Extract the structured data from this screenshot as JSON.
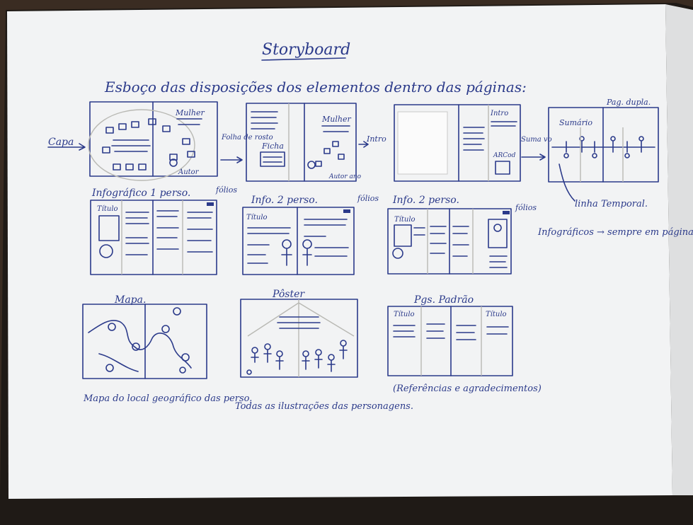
{
  "title": "Storyboard",
  "subtitle": "Esboço das disposições dos elementos dentro das páginas:",
  "labels": {
    "capa": "Capa",
    "mulher1": "Mulher",
    "autor1": "Autor",
    "folha_rosto": "Folha de rosto",
    "ficha": "Ficha",
    "mulher2": "Mulher",
    "autor2": "Autor ano",
    "intro_arrow": "Intro",
    "intro_box": "Intro",
    "arcod": "ARCod",
    "suma_vo": "Suma vo",
    "sumario": "Sumário",
    "pag_dupla": "Pag. dupla.",
    "linha_temporal": "linha Temporal.",
    "info1_title": "Infográfico 1 perso.",
    "info2_title": "Info. 2 perso.",
    "info3_title": "Info. 2 perso.",
    "folios1": "fólios",
    "folios2": "fólios",
    "folios3": "fólios",
    "titulo1": "Título",
    "titulo2": "Título",
    "titulo3": "Título",
    "infografico_note": "Infográficos → sempre em página dupla.",
    "mapa_title": "Mapa.",
    "poster_title": "Pôster",
    "pgs_padrao": "Pgs. Padrão",
    "titulo4": "Título",
    "titulo5": "Título",
    "mapa_note": "Mapa do local geográfico das perso.",
    "poster_note": "Todas as ilustrações das personagens.",
    "referencias_note": "(Referências e agradecimentos)"
  }
}
